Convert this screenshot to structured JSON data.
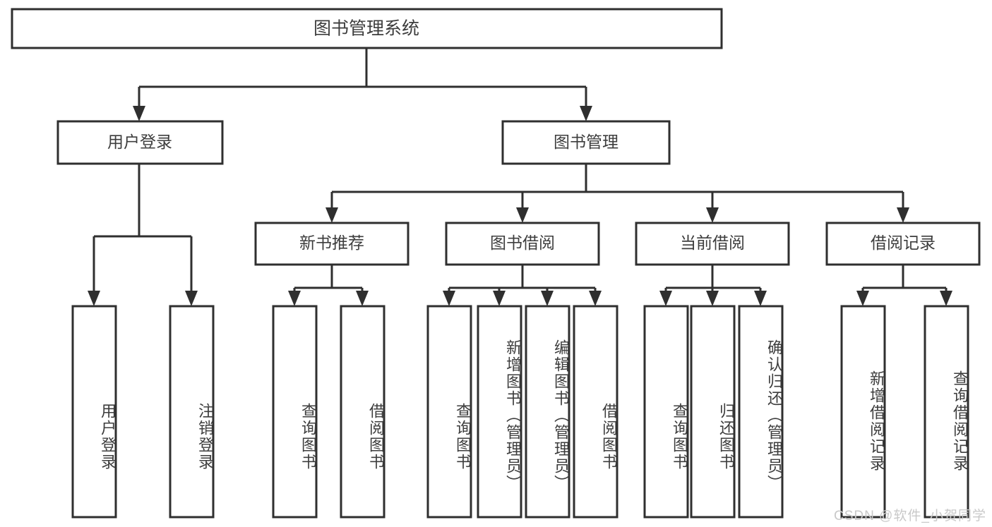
{
  "diagram": {
    "title": "图书管理系统",
    "watermark": "CSDN @软件_小贺同学",
    "colors": {
      "stroke": "#2f2f2f",
      "fill": "#ffffff",
      "text": "#3d3d3d",
      "watermark": "#c9c9c9",
      "background": "#ffffff"
    },
    "root": {
      "label": "图书管理系统"
    },
    "level2": [
      {
        "label": "用户登录"
      },
      {
        "label": "图书管理"
      }
    ],
    "level3": [
      {
        "label": "新书推荐"
      },
      {
        "label": "图书借阅"
      },
      {
        "label": "当前借阅"
      },
      {
        "label": "借阅记录"
      }
    ],
    "leaves": {
      "user_login": [
        {
          "label": "用户登录"
        },
        {
          "label": "注销登录"
        }
      ],
      "new_book_recommend": [
        {
          "label": "查询图书"
        },
        {
          "label": "借阅图书"
        }
      ],
      "book_borrow": [
        {
          "label": "查询图书"
        },
        {
          "label": "新增图书（管理员）"
        },
        {
          "label": "编辑图书（管理员）"
        },
        {
          "label": "借阅图书"
        }
      ],
      "current_borrow": [
        {
          "label": "查询图书"
        },
        {
          "label": "归还图书"
        },
        {
          "label": "确认归还（管理员）"
        }
      ],
      "borrow_record": [
        {
          "label": "新增借阅记录"
        },
        {
          "label": "查询借阅记录"
        }
      ]
    }
  }
}
